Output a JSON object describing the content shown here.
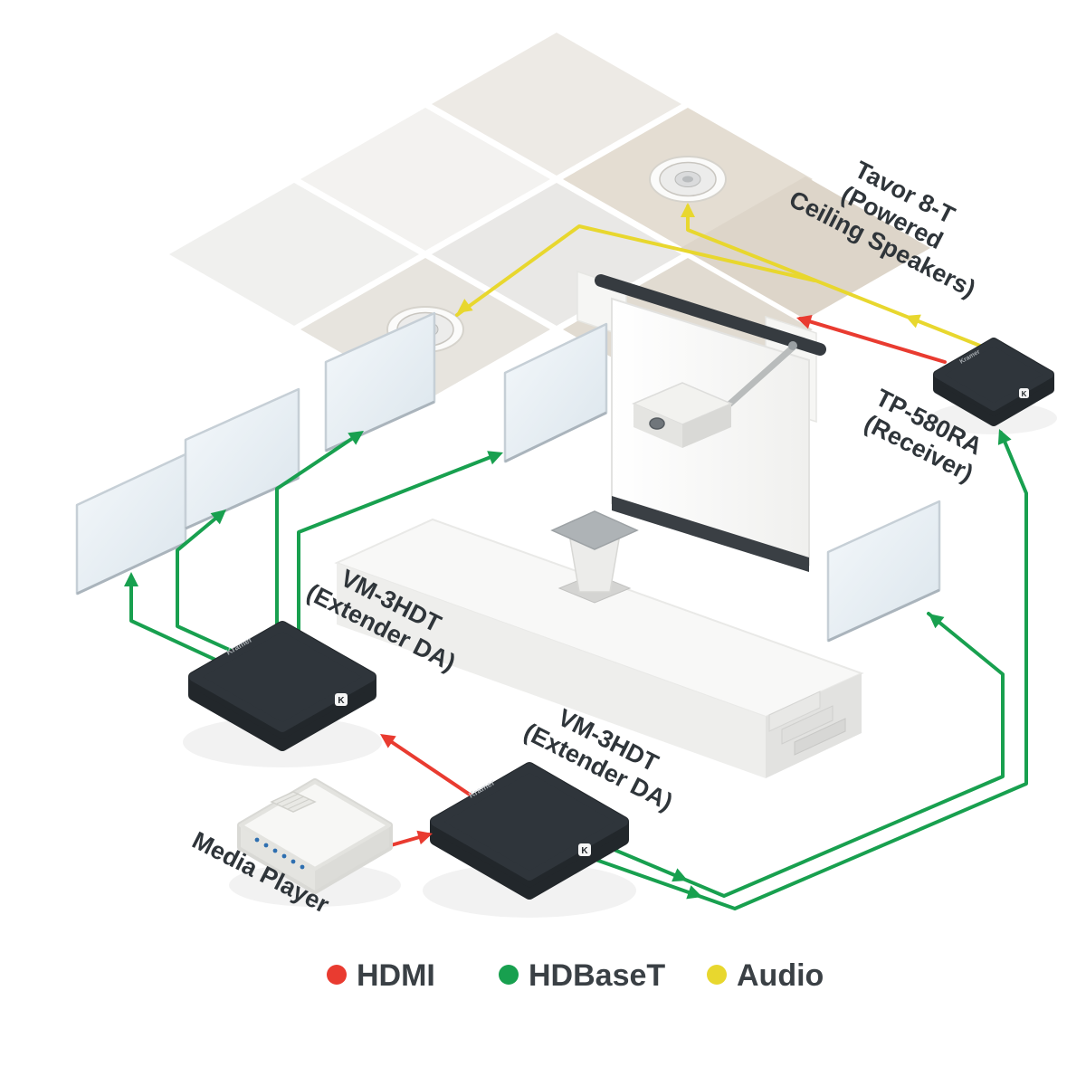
{
  "diagram": {
    "brand": "Kramer",
    "logo_letter": "K",
    "colors": {
      "hdmi": "#e93b30",
      "hdbaset": "#18a04f",
      "audio": "#e8d72e"
    },
    "labels": {
      "tavor": {
        "line1": "Tavor 8-T",
        "line2": "(Powered",
        "line3": "Ceiling Speakers)"
      },
      "tp580ra": {
        "line1": "TP-580RA",
        "line2": "(Receiver)"
      },
      "vm3hdt_left": {
        "line1": "VM-3HDT",
        "line2": "(Extender DA)"
      },
      "vm3hdt_center": {
        "line1": "VM-3HDT",
        "line2": "(Extender DA)"
      },
      "media_player": {
        "line1": "Media Player"
      }
    }
  },
  "legend": {
    "items": [
      {
        "label": "HDMI",
        "color": "#e93b30"
      },
      {
        "label": "HDBaseT",
        "color": "#18a04f"
      },
      {
        "label": "Audio",
        "color": "#e8d72e"
      }
    ]
  }
}
